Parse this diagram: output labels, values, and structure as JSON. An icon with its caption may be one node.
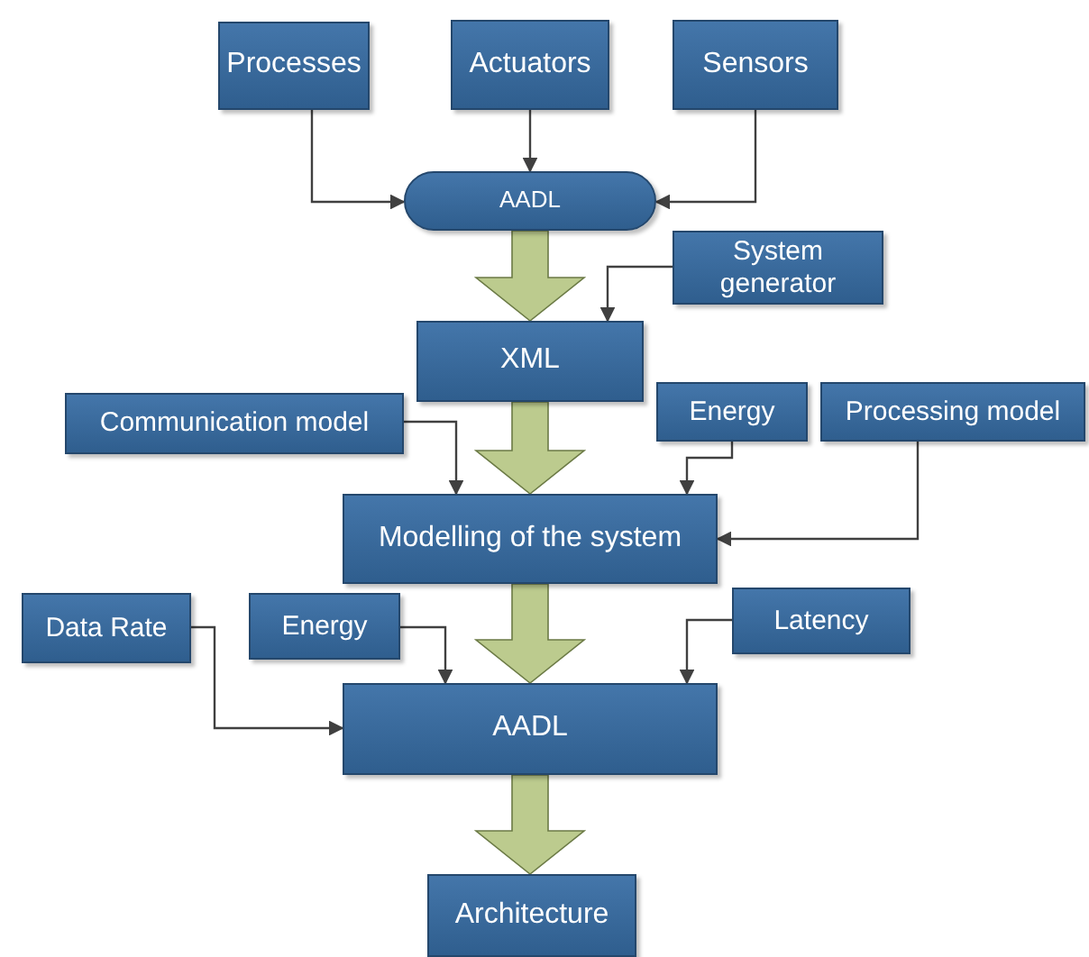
{
  "diagram": {
    "nodes": [
      {
        "text": [
          "Processes"
        ]
      },
      {
        "text": [
          "Actuators"
        ]
      },
      {
        "text": [
          "Sensors"
        ]
      },
      {
        "text": [
          "AADL"
        ]
      },
      {
        "text": [
          "System generator"
        ]
      },
      {
        "text": [
          "XML"
        ]
      },
      {
        "text": [
          "Communication model"
        ]
      },
      {
        "text": [
          "Energy"
        ]
      },
      {
        "text": [
          "Processing model"
        ]
      },
      {
        "text": [
          "Modelling of the system"
        ]
      },
      {
        "text": [
          "Data Rate"
        ]
      },
      {
        "text": [
          "Energy"
        ]
      },
      {
        "text": [
          "Latency"
        ]
      },
      {
        "text": [
          "AADL"
        ]
      },
      {
        "text": [
          "Architecture"
        ]
      }
    ],
    "edges": [
      {
        "from": 0,
        "to": 3,
        "arrow": "to"
      },
      {
        "from": 1,
        "to": 3,
        "arrow": "to"
      },
      {
        "from": 2,
        "to": 3,
        "arrow": "to"
      },
      {
        "from": 3,
        "to": 5,
        "arrow": "to",
        "style": "thick",
        "color": "#bccb8e"
      },
      {
        "from": 4,
        "to": 5,
        "arrow": "to"
      },
      {
        "from": 5,
        "to": 9,
        "arrow": "to",
        "style": "thick",
        "color": "#bccb8e"
      },
      {
        "from": 6,
        "to": 9,
        "arrow": "to"
      },
      {
        "from": 7,
        "to": 9,
        "arrow": "to"
      },
      {
        "from": 8,
        "to": 9,
        "arrow": "to"
      },
      {
        "from": 9,
        "to": 13,
        "arrow": "to",
        "style": "thick",
        "color": "#bccb8e"
      },
      {
        "from": 10,
        "to": 13,
        "arrow": "to"
      },
      {
        "from": 11,
        "to": 13,
        "arrow": "to"
      },
      {
        "from": 12,
        "to": 13,
        "arrow": "to"
      },
      {
        "from": 13,
        "to": 14,
        "arrow": "to",
        "style": "thick",
        "color": "#bccb8e"
      }
    ]
  }
}
